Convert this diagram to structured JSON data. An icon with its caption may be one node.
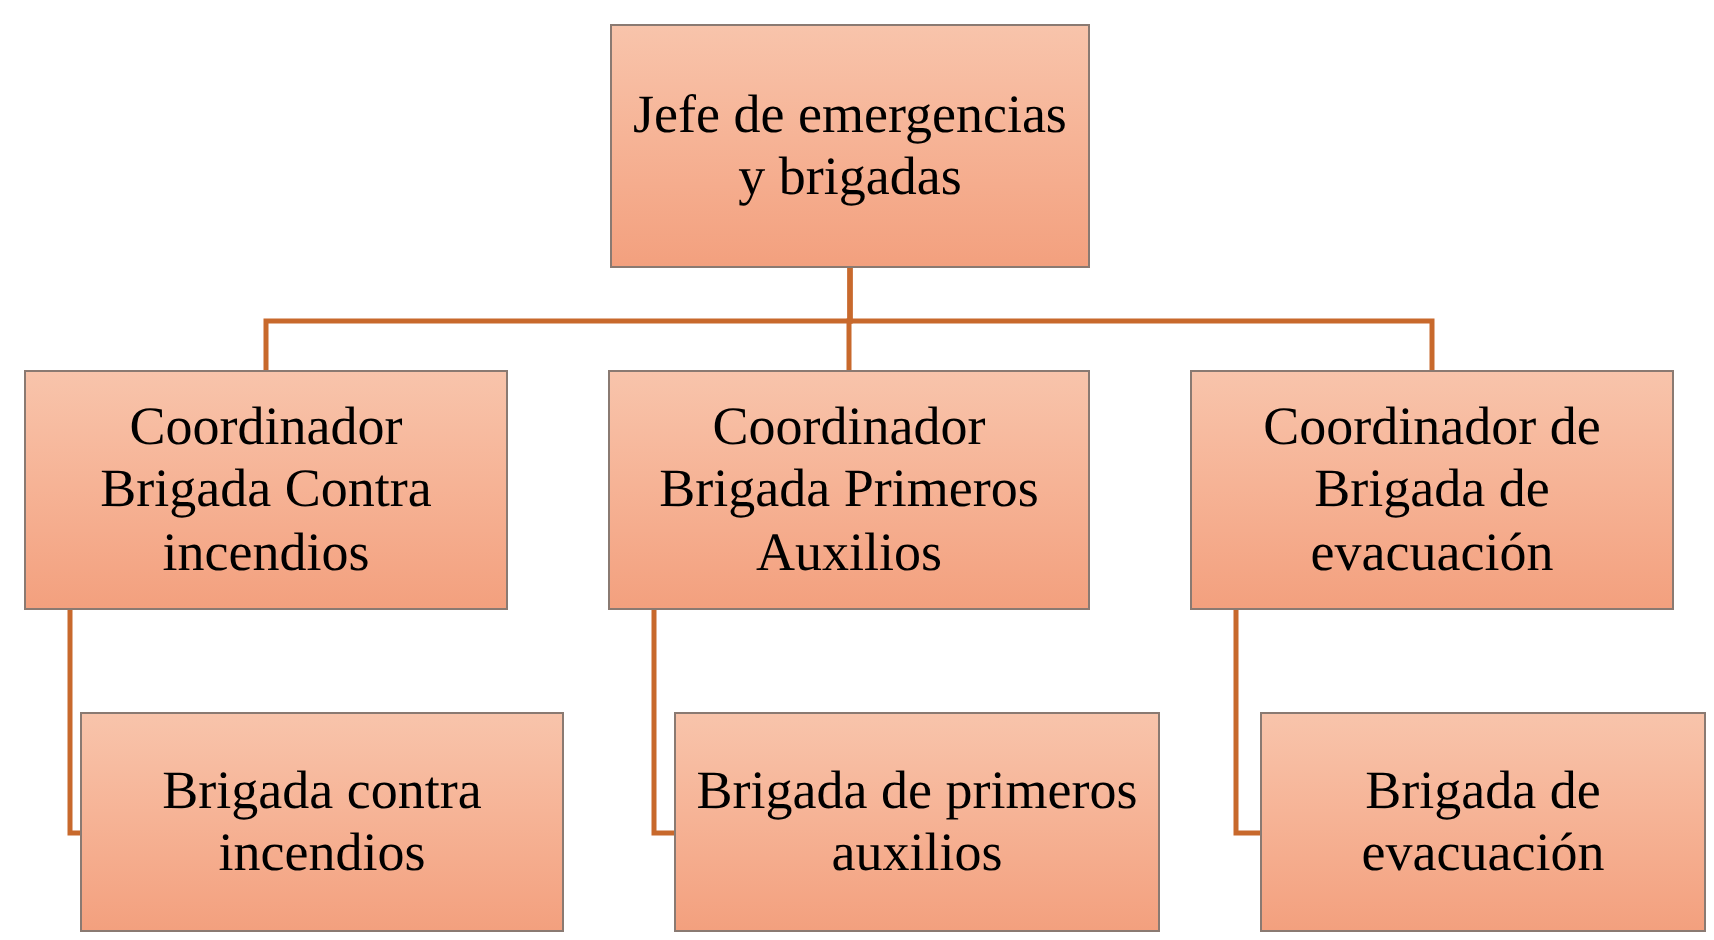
{
  "diagram": {
    "nodes": [
      {
        "text": [
          "Jefe de emergencias y brigadas"
        ]
      },
      {
        "text": [
          "Coordinador Brigada Contra incendios"
        ]
      },
      {
        "text": [
          "Coordinador Brigada Primeros Auxilios"
        ]
      },
      {
        "text": [
          "Coordinador de Brigada de evacuación"
        ]
      },
      {
        "text": [
          "Brigada contra incendios"
        ]
      },
      {
        "text": [
          "Brigada de primeros auxilios"
        ]
      },
      {
        "text": [
          "Brigada de evacuación"
        ]
      }
    ],
    "edges": [
      {
        "from": 0,
        "to": 1,
        "arrow": "none"
      },
      {
        "from": 0,
        "to": 2,
        "arrow": "none"
      },
      {
        "from": 0,
        "to": 3,
        "arrow": "none"
      },
      {
        "from": 1,
        "to": 4,
        "arrow": "none"
      },
      {
        "from": 2,
        "to": 5,
        "arrow": "none"
      },
      {
        "from": 3,
        "to": 6,
        "arrow": "none"
      }
    ]
  }
}
